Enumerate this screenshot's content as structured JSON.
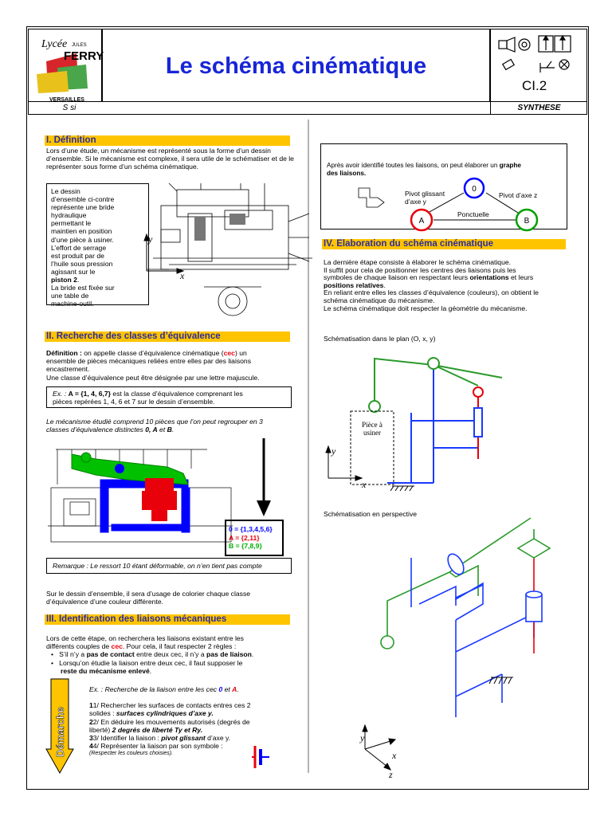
{
  "header": {
    "title": "Le schéma cinématique",
    "code": "CI.2",
    "subject": "S si",
    "type": "SYNTHESE",
    "logo": {
      "line1": "Lycée",
      "line2": "JULES",
      "line3": "FERRY",
      "line4": "VERSAILLES"
    }
  },
  "s1": {
    "title": "I. Définition",
    "p1": "Lors d’une étude, un mécanisme est représenté sous la forme d’un dessin d’ensemble. Si le mécanisme est complexe, il sera utile de le schématiser et de le représenter sous forme d’un schéma cinématique.",
    "box": [
      "Le dessin",
      "d’ensemble ci-contre",
      "représente une bride",
      "hydraulique",
      "permettant le",
      "maintien en position",
      "d’une pièce à usiner.",
      "L’effort de serrage",
      "est produit par de",
      "l’huile sous pression",
      "agissant sur le"
    ],
    "box_bold": "piston 2",
    "box_tail": [
      "La bride est fixée sur",
      "une table de",
      "machine-outil."
    ],
    "axis_x": "x",
    "axis_y": "y"
  },
  "s2": {
    "title": "II. Recherche des classes d’équivalence",
    "def_label": "Définition :",
    "def_a": "on appelle classe d’équivalence cinématique (",
    "def_cec": "cec",
    "def_b": ") un",
    "def_lines": [
      "ensemble de pièces mécaniques reliées entre elles par des liaisons",
      "encastrement.",
      "Une classe d’équivalence peut être désignée par une lettre majuscule."
    ],
    "ex_a": "Ex. :",
    "ex_b": "A = {1, 4, 6,7}",
    "ex_c": "est la classe d’équivalence comprenant les",
    "ex_d": "pièces repérées 1, 4, 6 et 7 sur le dessin d’ensemble.",
    "note1": "Le mécanisme étudié comprend 10 pièces que l’on peut regrouper en 3",
    "note2a": "classes d’équivalence distinctes",
    "note2b": "0, A",
    "note2c": "et",
    "note2d": "B",
    "classes": [
      "0 = {1,3,4,5,6}",
      "A = {2,11}",
      "B = {7,8,9}"
    ],
    "remark": "Remarque : Le ressort 10 étant déformable, on n’en tient pas compte",
    "p_after1": "Sur le dessin d’ensemble, il sera d’usage de colorier chaque classe",
    "p_after2": "d’équivalence d’une couleur différente."
  },
  "s3": {
    "title": "III. Identification des liaisons mécaniques",
    "p1": "Lors de cette étape, on recherchera les liaisons existant entre les",
    "p2a": "différents couples de",
    "p2b": "cec",
    "p2c": ". Pour cela, il faut respecter 2 règles :",
    "b1a": "S’il n’y a",
    "b1b": "pas de contact",
    "b1c": "entre deux cec, il n’y a",
    "b1d": "pas de liaison",
    "b2a": "Lorsqu’on étudie la liaison entre deux cec, il faut supposer le",
    "b2b": "reste du mécanisme enlevé",
    "demarche": "Démarche",
    "ex_a": "Ex. : Recherche de la liaison entre les cec",
    "ex_b": "0",
    "ex_c": "et",
    "ex_d": "A",
    "st1a": "1/ Rechercher les surfaces de contacts entres ces 2",
    "st1b": "solides :",
    "st1c": "surfaces cylindriques d’axe y.",
    "st2a": "2/ En déduire les mouvements autorisés (degrés de",
    "st2b": "liberté)",
    "st2c": "2 degrés de liberté Ty et Ry.",
    "st3a": "3/ Identifier la liaison :",
    "st3b": "pivot glissant",
    "st3c": "d’axe y.",
    "st4": "4/ Représenter la liaison par son symbole :",
    "st5": "(Respecter les couleurs choisies)."
  },
  "graph": {
    "intro1": "Après avoir identifié toutes les liaisons, on peut élaborer un",
    "intro_bold": "graphe",
    "intro2": "des liaisons.",
    "node0": "0",
    "nodeA": "A",
    "nodeB": "B",
    "lbl_pg1": "Pivot glissant",
    "lbl_pg2": "d’axe y",
    "lbl_pz": "Pivot d’axe z",
    "lbl_pt": "Ponctuelle"
  },
  "s4": {
    "title": "IV. Elaboration du schéma cinématique",
    "p1": "La dernière étape consiste à élaborer le schéma cinématique.",
    "p2": "Il suffit pour cela de positionner les centres des liaisons puis les",
    "p3a": "symboles de chaque liaison en respectant leurs",
    "p3b": "orientations",
    "p3c": "et leurs",
    "p4": "positions relatives",
    "p5": "En reliant entre elles les classes d’équivalence (couleurs), on obtient le",
    "p6": "schéma cinématique du mécanisme.",
    "p7": "Le schéma cinématique doit respecter la géométrie du mécanisme.",
    "plan": "Schématisation dans le plan (O, x, y)",
    "piece1": "Pièce à",
    "piece2": "usiner",
    "persp": "Schématisation en perspective",
    "axis_x": "x",
    "axis_y": "y",
    "axis_z": "z"
  },
  "colors": {
    "classe0": "#0000ff",
    "classeA": "#e8000b",
    "classeB": "#00a000",
    "accent": "#ffc400",
    "title": "#1826d6"
  }
}
